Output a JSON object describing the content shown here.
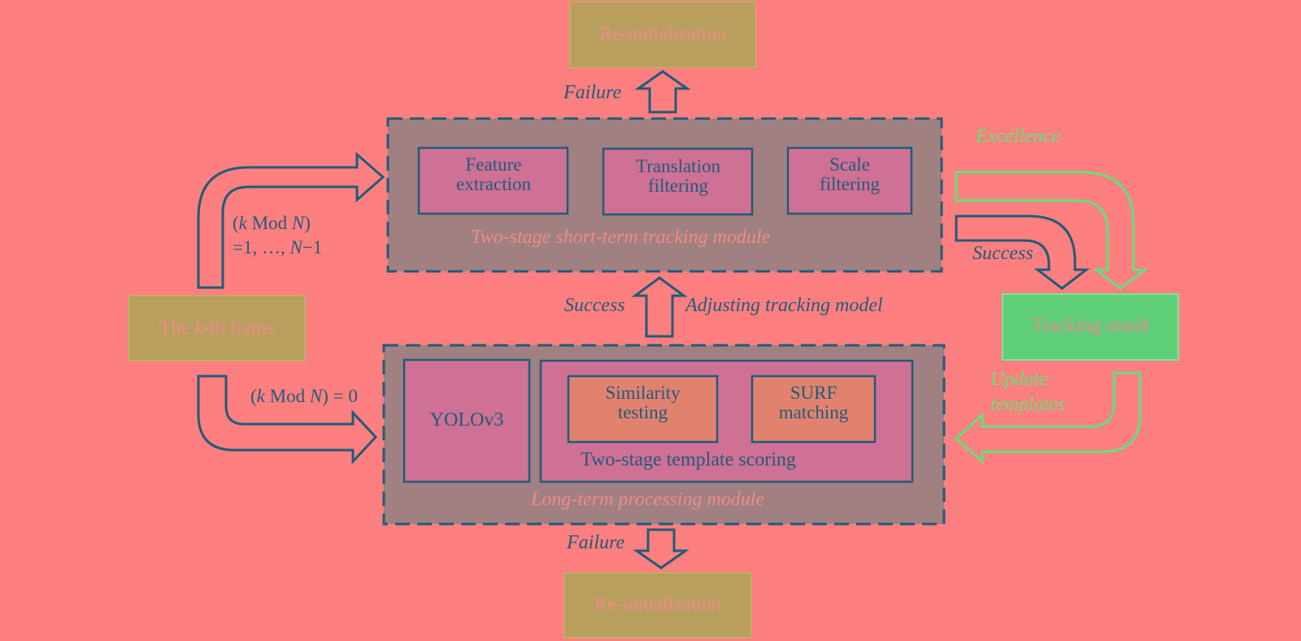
{
  "colors": {
    "background": "#fe7f7f",
    "module": "#a08080",
    "component": "#cf7095",
    "inner_component": "#e1826f",
    "olive_box": "#b99f5e",
    "result_box": "#5fcf7a",
    "teal": "#1f5c7a",
    "green_arrow": "#5ee27a"
  },
  "reinit_top": "Re-initialization",
  "reinit_bottom": "Re-initialization",
  "failure_top": "Failure",
  "failure_bottom": "Failure",
  "short_term": {
    "feature_extraction": "Feature extraction",
    "translation_filtering": "Translation filtering",
    "scale_filtering": "Scale filtering",
    "caption": "Two-stage short-term tracking module"
  },
  "long_term": {
    "yolo": "YOLOv3",
    "similarity_testing": "Similarity testing",
    "surf_matching": "SURF matching",
    "template_scoring": "Two-stage template scoring",
    "caption": "Long-term processing module"
  },
  "kth_frames": {
    "pre": "The ",
    "k": "k",
    "post": "-th frams"
  },
  "cond_upper": {
    "open": "(",
    "k": "k",
    "mod": " Mod ",
    "n": "N",
    "close": ")",
    "line2_pre": "=1, …, ",
    "n2": "N",
    "line2_post": "−1"
  },
  "cond_lower": {
    "open": "(",
    "k": "k",
    "mod": " Mod ",
    "n": "N",
    "close": ") = 0"
  },
  "success_middle": "Success",
  "adjusting": "Adjusting tracking model",
  "excellence": "Excellence",
  "success_right": "Success",
  "tracking_result": "Tracking result",
  "update_templates": "Update templates"
}
